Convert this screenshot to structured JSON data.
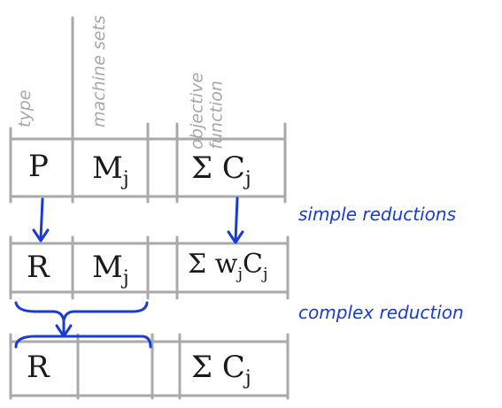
{
  "columns": {
    "type": "type",
    "machine_sets": "machine sets",
    "objective_function": "objective\nfunction"
  },
  "rows": [
    {
      "type": "P",
      "machines": "M",
      "machines_sub": "j",
      "objective": "Σ C",
      "objective_sub": "j"
    },
    {
      "type": "R",
      "machines": "M",
      "machines_sub": "j",
      "objective": "Σ w",
      "objective_sub": "j",
      "objective_mid": "C",
      "objective_sub2": "j"
    },
    {
      "type": "R",
      "machines": "",
      "objective": "Σ C",
      "objective_sub": "j"
    }
  ],
  "notes": {
    "simple": "simple reductions",
    "complex": "complex reduction"
  },
  "colors": {
    "grid": "#a9a9a9",
    "arrow": "#1a3cd6",
    "text": "#1a1a1a"
  }
}
